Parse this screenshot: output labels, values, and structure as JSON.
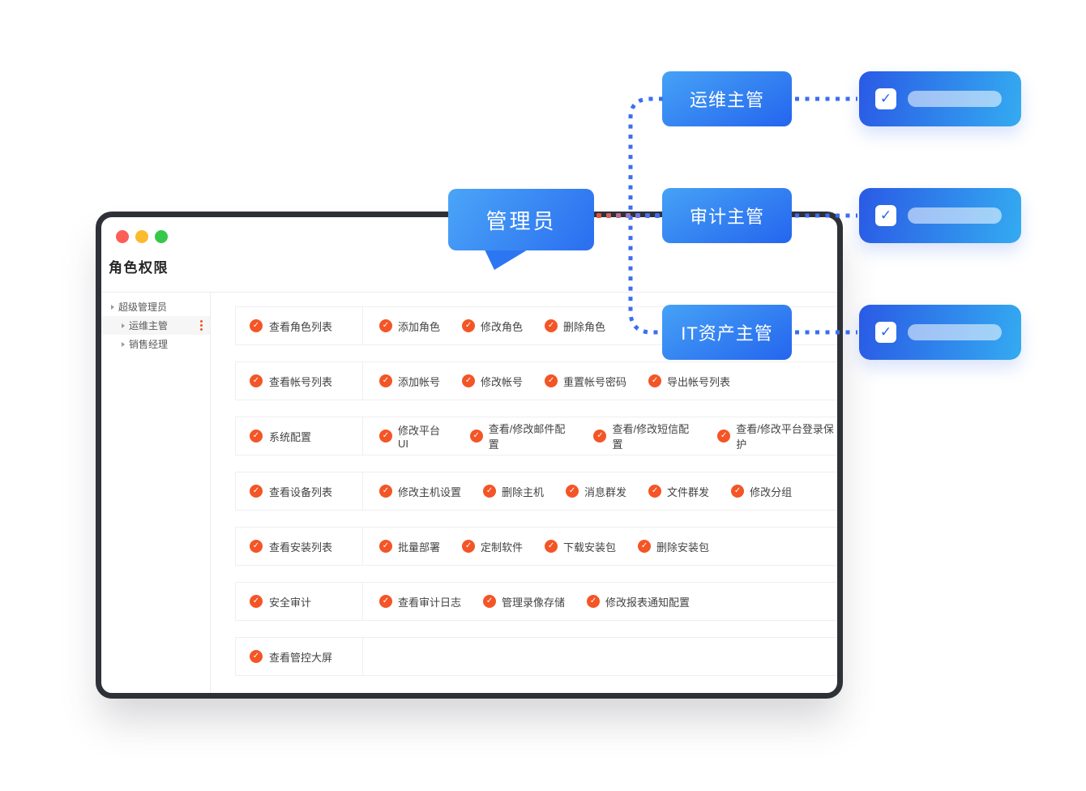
{
  "colors": {
    "window_border": "#2e3138",
    "accent_blue": "#2f6ff0",
    "connector_blue": "#3b6ef0",
    "check_orange": "#f45526",
    "traffic_red": "#fc5f57",
    "traffic_yellow": "#fcbb2d",
    "traffic_green": "#36c84b",
    "gradient_dot_colors": [
      "#e2543c",
      "#d55f5e",
      "#bb6b8e",
      "#9677c0",
      "#7174de",
      "#506fec",
      "#3c6ef0"
    ]
  },
  "icons": {
    "check": "✓",
    "checkbox_check": "✓"
  },
  "window": {
    "title": "角色权限",
    "traffic_lights": [
      {
        "name": "close"
      },
      {
        "name": "minimize"
      },
      {
        "name": "maximize"
      }
    ],
    "sidebar": {
      "items": [
        {
          "label": "超级管理员",
          "level": 1,
          "selected": false,
          "has_menu": false
        },
        {
          "label": "运维主管",
          "level": 2,
          "selected": true,
          "has_menu": true
        },
        {
          "label": "销售经理",
          "level": 2,
          "selected": false,
          "has_menu": false
        }
      ]
    },
    "permission_rows": [
      {
        "category": "查看角色列表",
        "permissions": [
          "添加角色",
          "修改角色",
          "删除角色"
        ]
      },
      {
        "category": "查看帐号列表",
        "permissions": [
          "添加帐号",
          "修改帐号",
          "重置帐号密码",
          "导出帐号列表"
        ]
      },
      {
        "category": "系统配置",
        "permissions": [
          "修改平台UI",
          "查看/修改邮件配置",
          "查看/修改短信配置",
          "查看/修改平台登录保护"
        ]
      },
      {
        "category": "查看设备列表",
        "permissions": [
          "修改主机设置",
          "删除主机",
          "消息群发",
          "文件群发",
          "修改分组"
        ]
      },
      {
        "category": "查看安装列表",
        "permissions": [
          "批量部署",
          "定制软件",
          "下载安装包",
          "删除安装包"
        ]
      },
      {
        "category": "安全审计",
        "permissions": [
          "查看审计日志",
          "管理录像存储",
          "修改报表通知配置"
        ]
      },
      {
        "category": "查看管控大屏",
        "permissions": []
      }
    ]
  },
  "callout": {
    "label": "管理员"
  },
  "role_tags": [
    {
      "label": "运维主管"
    },
    {
      "label": "审计主管"
    },
    {
      "label": "IT资产主管"
    }
  ],
  "role_cards": [
    {
      "checked": true
    },
    {
      "checked": true
    },
    {
      "checked": true
    }
  ]
}
